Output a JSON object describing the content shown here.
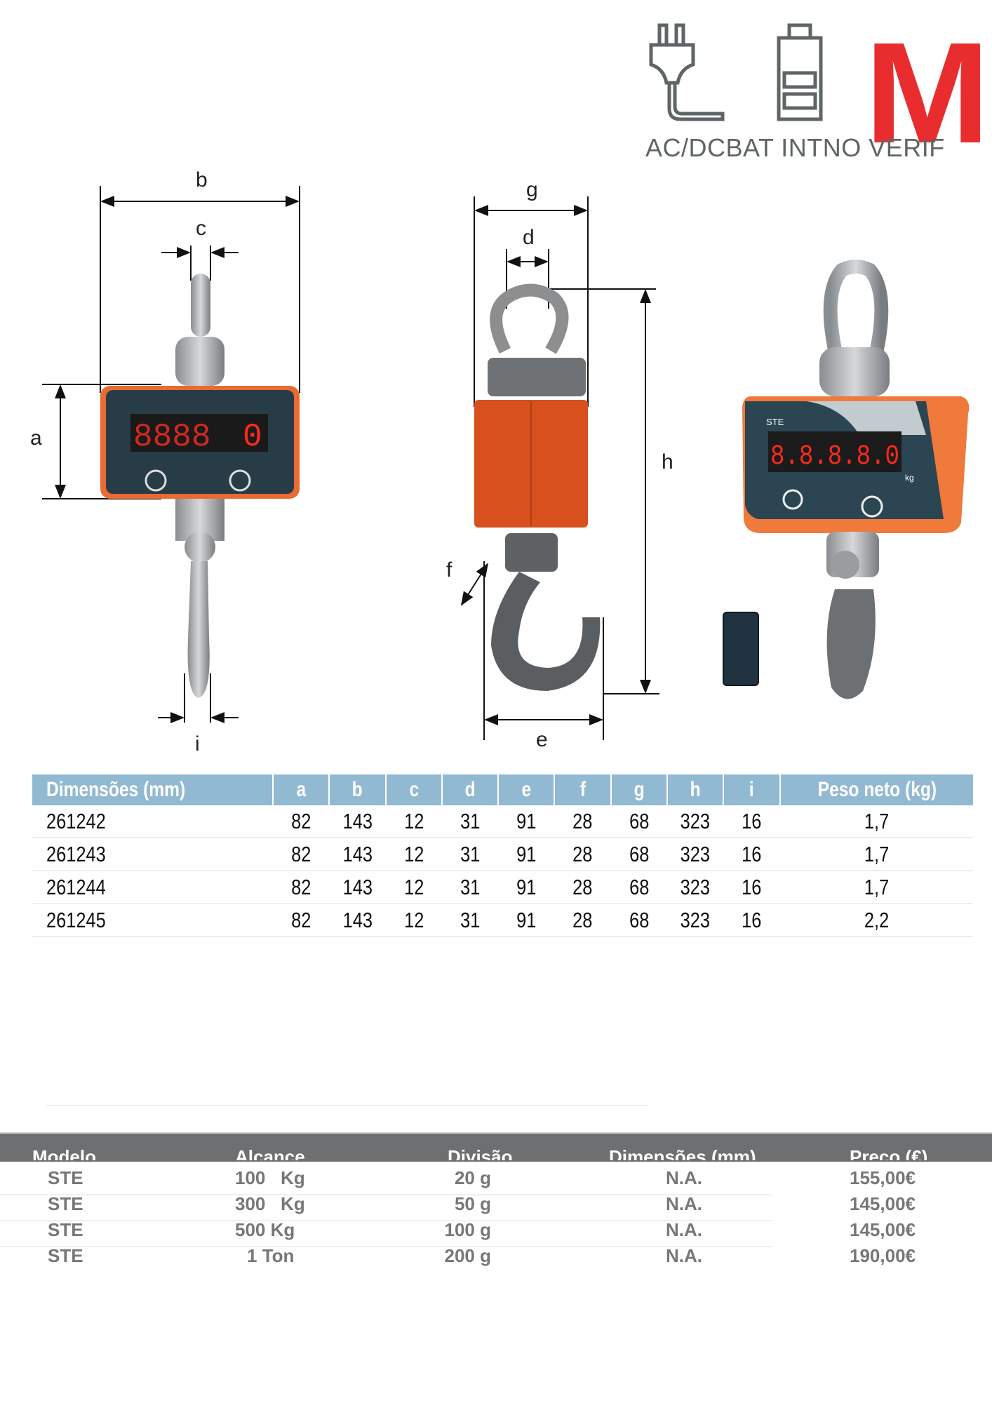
{
  "header": {
    "certification_text": "AC/DCBAT INTNO VERIF",
    "logo_letter": "M",
    "icons": [
      "power-plug-icon",
      "battery-icon",
      "metrology-m-logo"
    ],
    "accent_color": "#e92d2f"
  },
  "diagram_labels": {
    "a": "a",
    "b": "b",
    "c": "c",
    "d": "d",
    "e": "e",
    "f": "f",
    "g": "g",
    "h": "h",
    "i": "i"
  },
  "product_photo": {
    "panel_label": "STE",
    "display": "8.8.8.8.0",
    "unit": "kg"
  },
  "dimensions_table": {
    "headers": [
      "Dimensões (mm)",
      "a",
      "b",
      "c",
      "d",
      "e",
      "f",
      "g",
      "h",
      "i",
      "Peso neto (kg)"
    ],
    "rows": [
      [
        "261242",
        "82",
        "143",
        "12",
        "31",
        "91",
        "28",
        "68",
        "323",
        "16",
        "1,7"
      ],
      [
        "261243",
        "82",
        "143",
        "12",
        "31",
        "91",
        "28",
        "68",
        "323",
        "16",
        "1,7"
      ],
      [
        "261244",
        "82",
        "143",
        "12",
        "31",
        "91",
        "28",
        "68",
        "323",
        "16",
        "1,7"
      ],
      [
        "261245",
        "82",
        "143",
        "12",
        "31",
        "91",
        "28",
        "68",
        "323",
        "16",
        "2,2"
      ]
    ]
  },
  "price_table": {
    "headers": [
      "Modelo",
      "Alcance",
      "Divisão",
      "Dimensões (mm)",
      "Preco  (€)"
    ],
    "rows": [
      [
        "STE",
        "100   Kg",
        "20 g",
        "N.A.",
        "155,00€"
      ],
      [
        "STE",
        "300   Kg",
        "50 g",
        "N.A.",
        "145,00€"
      ],
      [
        "STE",
        "500 Kg",
        "100 g",
        "N.A.",
        "145,00€"
      ],
      [
        "STE",
        "1 Ton",
        "200 g",
        "N.A.",
        "190,00€"
      ]
    ]
  }
}
